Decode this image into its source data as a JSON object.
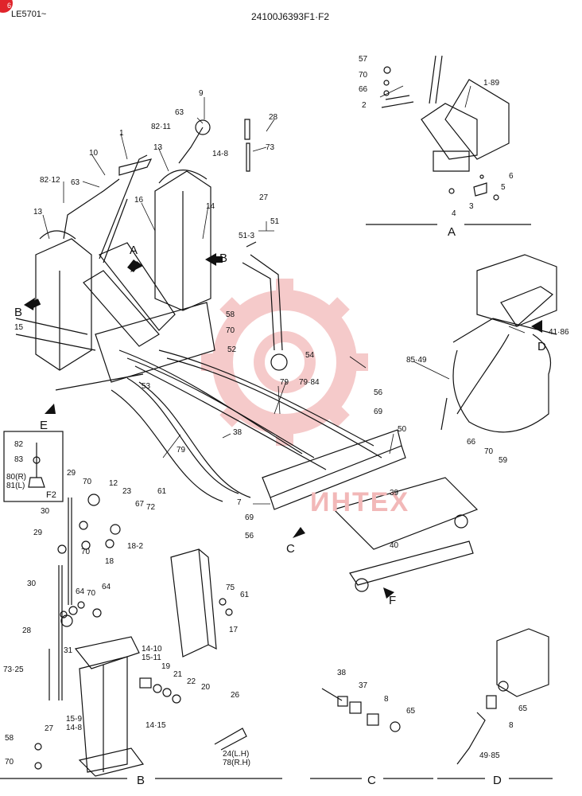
{
  "header": {
    "left_code": "LE5701~",
    "drawing_number": "24100J6393F1·F2",
    "badge": "6"
  },
  "watermark": {
    "text": "ИНТЕХ",
    "color": "#f2b8b8"
  },
  "sections": {
    "a": "A",
    "b": "B",
    "c": "C",
    "d": "D"
  },
  "view_markers": {
    "a": "A",
    "b_left": "B",
    "b_right": "B",
    "c": "C",
    "d": "D",
    "e": "E",
    "f": "F"
  },
  "inset_f2": {
    "title": "F2",
    "p82": "82",
    "p83": "83",
    "p80": "80(R)",
    "p81": "81(L)"
  },
  "callouts": {
    "p1": "1",
    "p9": "9",
    "p10": "10",
    "p13a": "13",
    "p13b": "13",
    "p14": "14",
    "p14_8": "14-8",
    "p15": "15",
    "p16": "16",
    "p27": "27",
    "p28": "28",
    "p73": "73",
    "p51": "51",
    "p51_3": "51-3",
    "p52": "52",
    "p53": "53",
    "p54": "54",
    "p58": "58",
    "p63a": "63",
    "p63b": "63",
    "p70a": "70",
    "p79a": "79",
    "p79b": "79",
    "p79_84": "79·84",
    "p38": "38",
    "p82_11": "82·11",
    "p82_12": "82·12",
    "p85_49": "85·49",
    "p41_86": "41·86",
    "p56a": "56",
    "p69a": "69",
    "p50": "50",
    "p66a": "66",
    "p70b": "70",
    "p59": "59",
    "p7": "7",
    "p69b": "69",
    "p56b": "56",
    "p39": "39",
    "p40": "40",
    "a57": "57",
    "a70": "70",
    "a66": "66",
    "a2": "2",
    "a1_89": "1·89",
    "a6": "6",
    "a5": "5",
    "a3": "3",
    "a4": "4",
    "b29a": "29",
    "b70a": "70",
    "b12": "12",
    "b23": "23",
    "b67": "67",
    "b72": "72",
    "b61a": "61",
    "b30a": "30",
    "b29b": "29",
    "b70b": "70",
    "b18": "18",
    "b18_2": "18-2",
    "b30b": "30",
    "b64a": "64",
    "b70c": "70",
    "b64b": "64",
    "b28": "28",
    "b31": "31",
    "b73_25": "73·25",
    "b75": "75",
    "b61b": "61",
    "b17": "17",
    "b14_10": "14-10",
    "b15_11": "15-11",
    "b19": "19",
    "b21": "21",
    "b22": "22",
    "b20": "20",
    "b15_9": "15-9",
    "b14_8": "14-8",
    "b27": "27",
    "b14_15": "14·15",
    "b26": "26",
    "b24": "24(L.H)",
    "b78": "78(R.H)",
    "b58": "58",
    "b70d": "70",
    "c38": "38",
    "c37": "37",
    "c8": "8",
    "c65": "65",
    "d65": "65",
    "d8": "8",
    "d49_85": "49·85"
  }
}
